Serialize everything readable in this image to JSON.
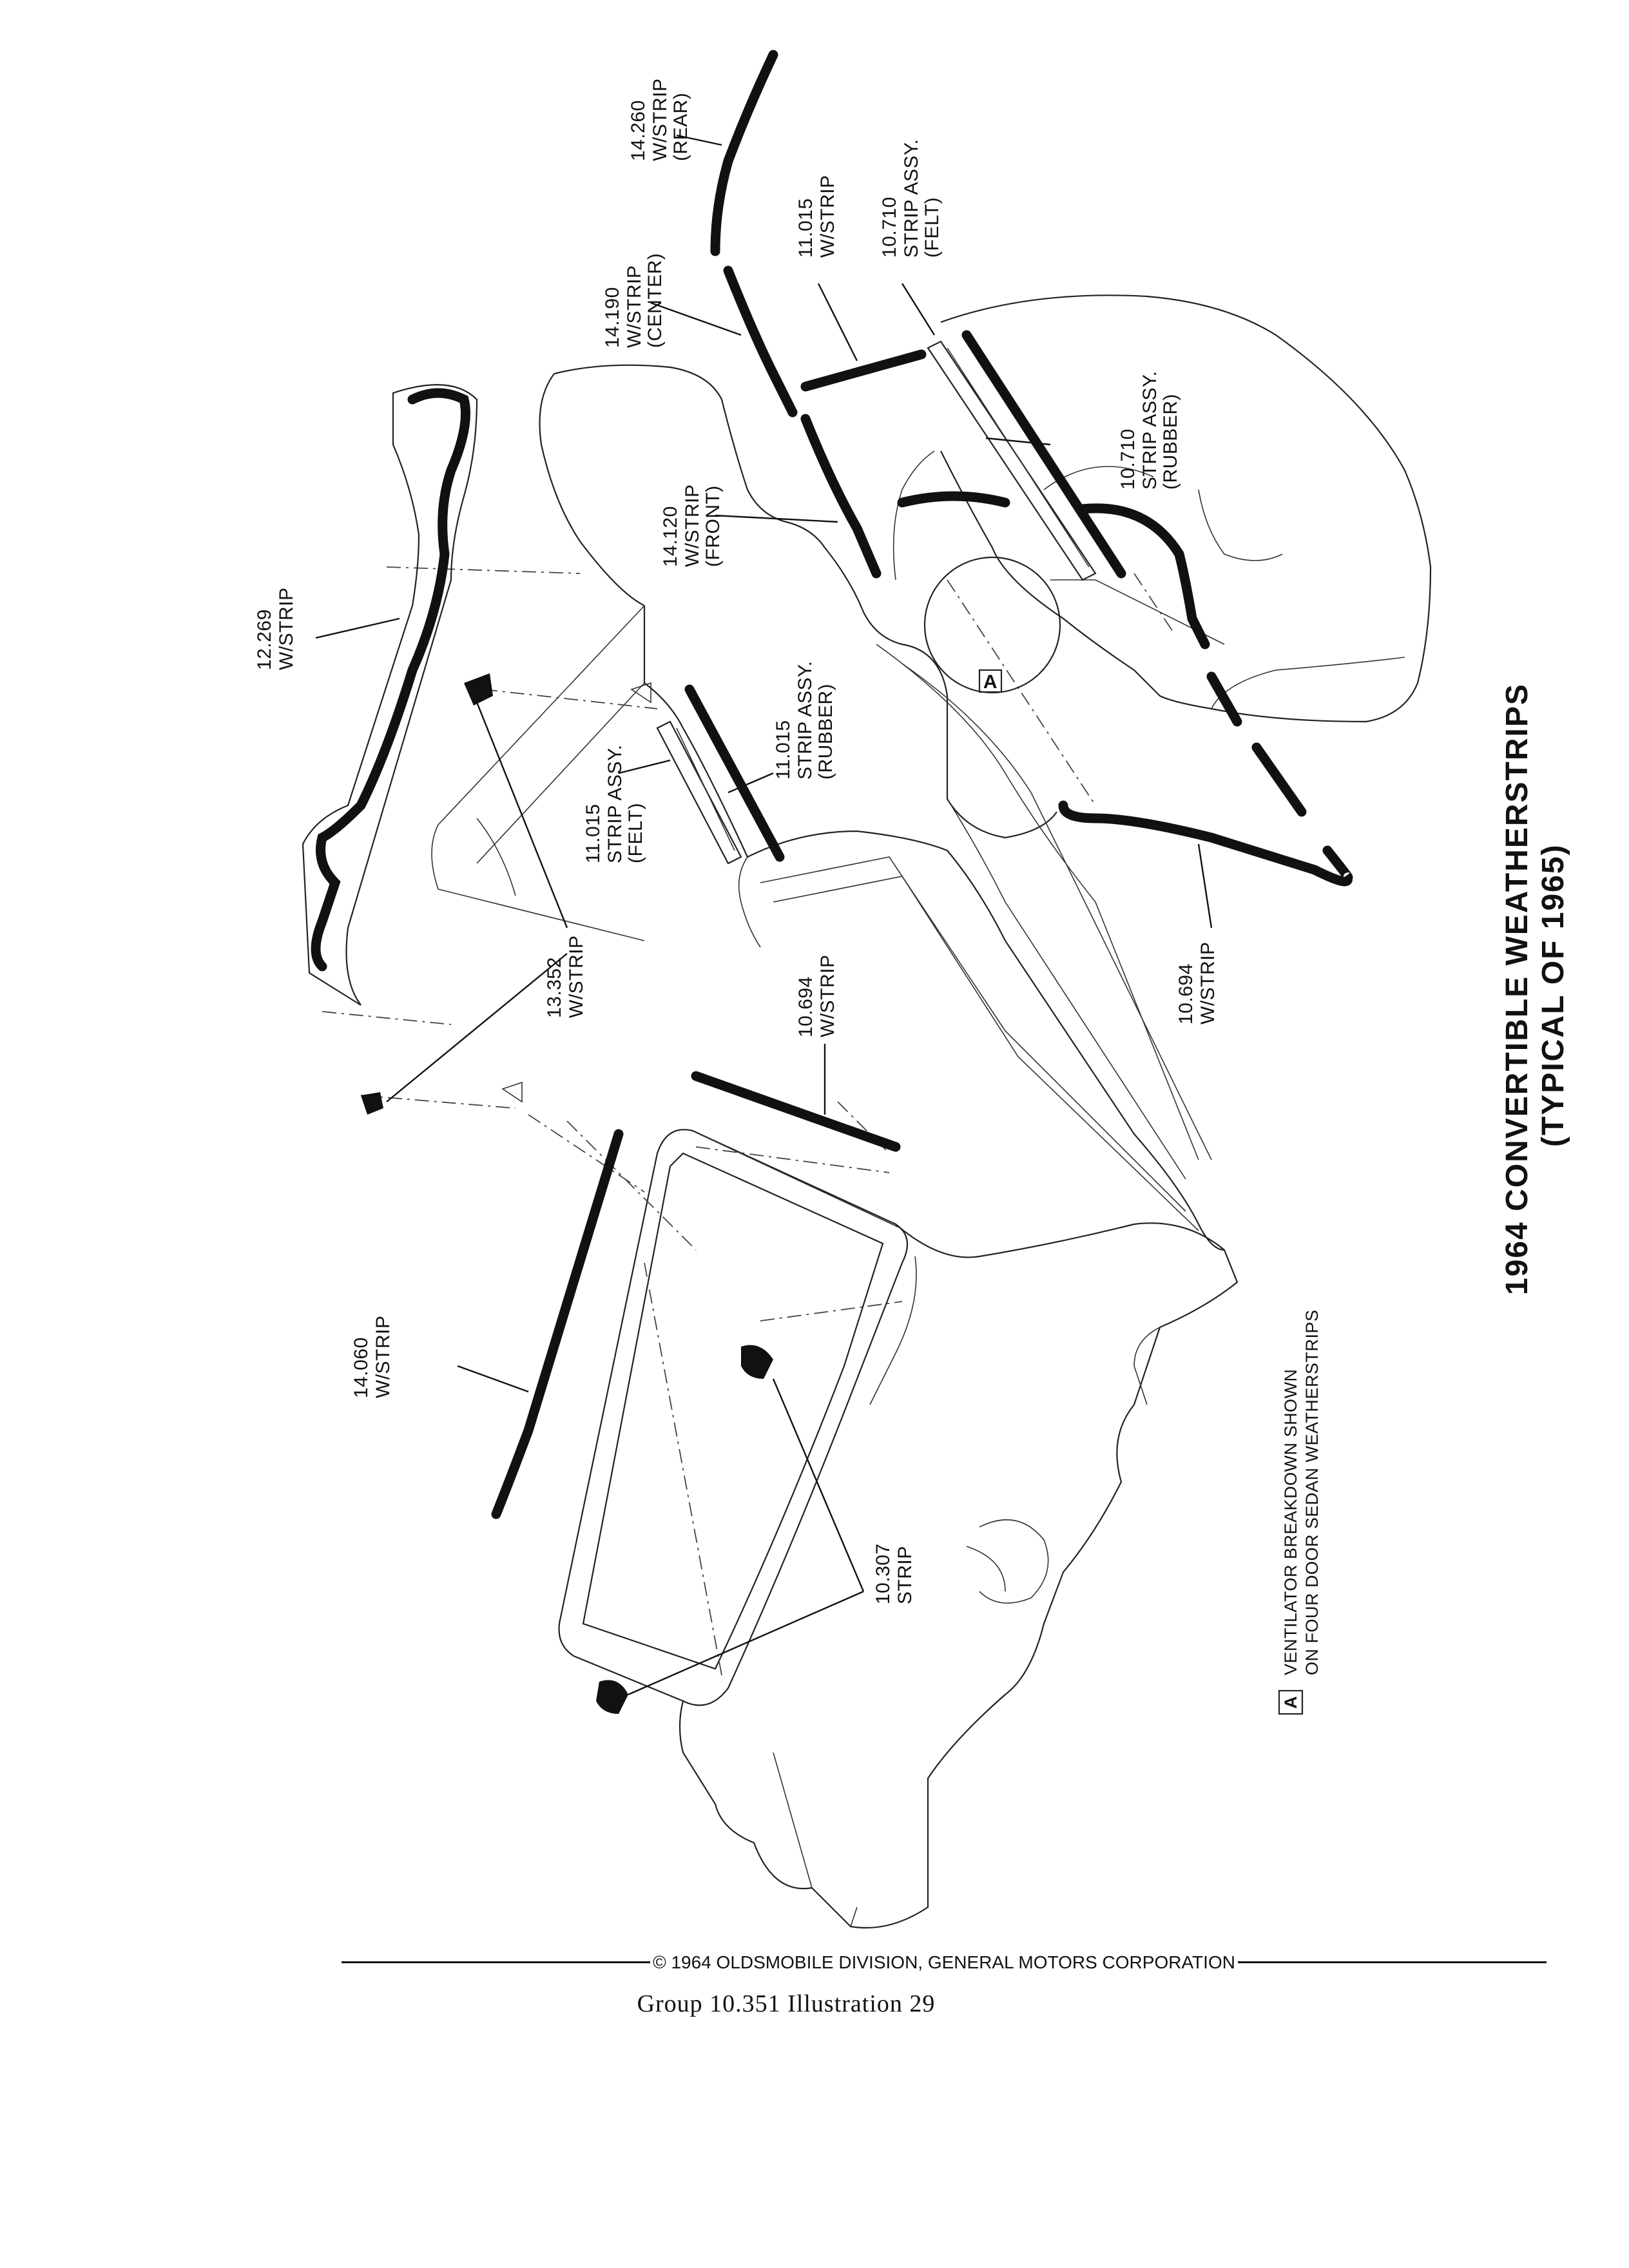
{
  "title": {
    "line1": "1964 CONVERTIBLE WEATHERSTRIPS",
    "line2": "(TYPICAL OF 1965)"
  },
  "note": {
    "marker": "A",
    "line1": "VENTILATOR BREAKDOWN SHOWN",
    "line2": "ON FOUR DOOR SEDAN WEATHERSTRIPS"
  },
  "callouts": {
    "c14260": [
      "14.260",
      "W/STRIP",
      "(REAR)"
    ],
    "c11015ws": [
      "11.015",
      "W/STRIP"
    ],
    "c10710felt": [
      "10.710",
      "STRIP ASSY.",
      "(FELT)"
    ],
    "c14190": [
      "14.190",
      "W/STRIP",
      "(CENTER)"
    ],
    "c10710rub": [
      "10.710",
      "STRIP ASSY.",
      "(RUBBER)"
    ],
    "c14120": [
      "14.120",
      "W/STRIP",
      "(FRONT)"
    ],
    "c12269": [
      "12.269",
      "W/STRIP"
    ],
    "c11015felt": [
      "11.015",
      "STRIP ASSY.",
      "(FELT)"
    ],
    "c11015rub": [
      "11.015",
      "STRIP ASSY.",
      "(RUBBER)"
    ],
    "c13352": [
      "13.352",
      "W/STRIP"
    ],
    "c10694a": [
      "10.694",
      "W/STRIP"
    ],
    "c10694b": [
      "10.694",
      "W/STRIP"
    ],
    "c14060": [
      "14.060",
      "W/STRIP"
    ],
    "c10307": [
      "10.307",
      "STRIP"
    ]
  },
  "marker_a": "A",
  "footer": {
    "copyright": "© 1964 OLDSMOBILE DIVISION, GENERAL MOTORS CORPORATION",
    "caption": "Group 10.351   Illustration 29"
  }
}
